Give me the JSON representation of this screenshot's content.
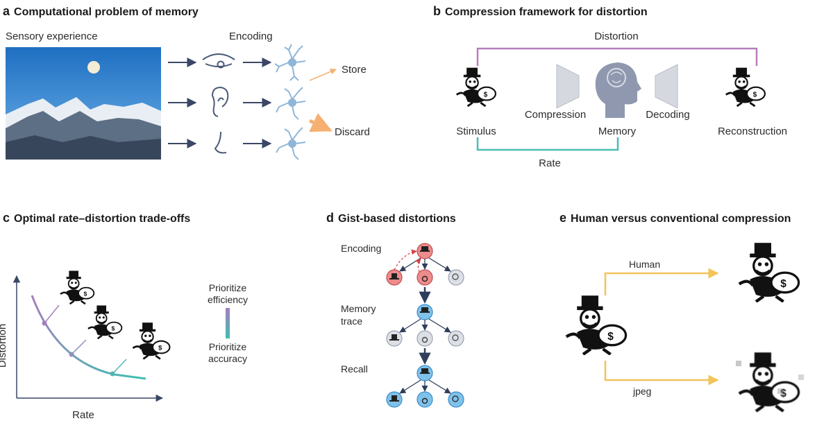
{
  "panel_a": {
    "letter": "a",
    "title": "Computational problem of memory",
    "sensory_label": "Sensory experience",
    "encoding_label": "Encoding",
    "store_label": "Store",
    "discard_label": "Discard",
    "sense_icons": [
      "eye-icon",
      "ear-icon",
      "nose-icon"
    ],
    "neuron_icon": "neuron-icon"
  },
  "panel_b": {
    "letter": "b",
    "title": "Compression framework for distortion",
    "distortion_label": "Distortion",
    "compression_label": "Compression",
    "decoding_label": "Decoding",
    "stimulus_label": "Stimulus",
    "memory_label": "Memory",
    "reconstruction_label": "Reconstruction",
    "rate_label": "Rate",
    "colors": {
      "distortion": "#b77dbd",
      "rate": "#4bbdb4",
      "encoder": "#d5d8df",
      "head": "#8f98ae"
    }
  },
  "panel_c": {
    "letter": "c",
    "title": "Optimal rate–distortion trade-offs",
    "ylabel": "Distortion",
    "xlabel": "Rate",
    "efficiency_label_1": "Prioritize",
    "efficiency_label_2": "efficiency",
    "accuracy_label_1": "Prioritize",
    "accuracy_label_2": "accuracy",
    "colors": {
      "efficiency": "#a77dbd",
      "accuracy": "#3fbfb2"
    }
  },
  "panel_d": {
    "letter": "d",
    "title": "Gist-based distortions",
    "encoding_label": "Encoding",
    "memory_label_1": "Memory",
    "memory_label_2": "trace",
    "recall_label": "Recall",
    "colors": {
      "encoding_node": "#ec8c8c",
      "trace_node": "#7fc2ea",
      "faded_node": "#dcdfe5",
      "arrow": "#2f3e5b"
    }
  },
  "panel_e": {
    "letter": "e",
    "title": "Human versus conventional compression",
    "human_label": "Human",
    "jpeg_label": "jpeg",
    "colors": {
      "arrow": "#f2c45a"
    }
  }
}
